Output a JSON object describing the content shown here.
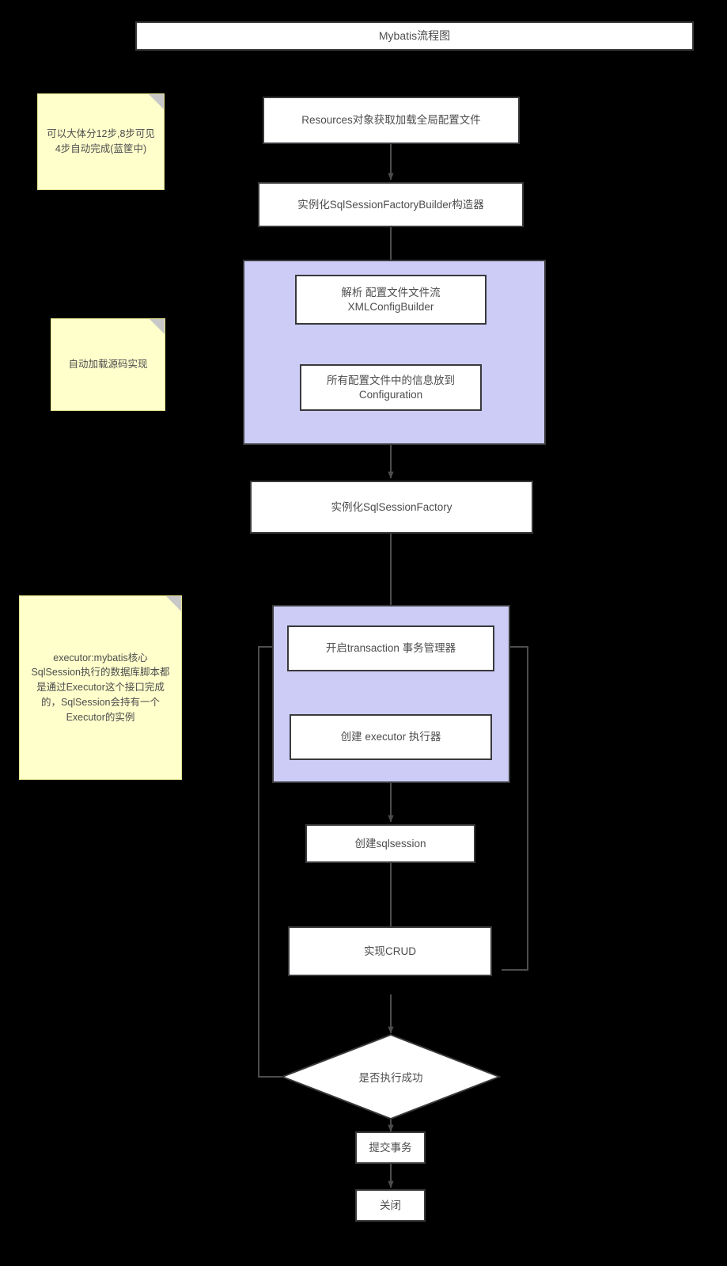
{
  "diagram": {
    "title": "Mybatis流程图",
    "colors": {
      "canvas_background": "#000000",
      "node_fill": "#ffffff",
      "node_stroke": "#39393c",
      "group_fill": "#ccccf7",
      "note_fill": "#ffffcc",
      "edge_stroke": "#4d4d4d",
      "text": "#4d4d4d"
    },
    "nodes": {
      "title_bar": "Mybatis流程图",
      "resources": "Resources对象获取加载全局配置文件",
      "builder": "实例化SqlSessionFactoryBuilder构造器",
      "parse_config": "解析 配置文件文件流\nXMLConfigBuilder",
      "configuration": "所有配置文件中的信息放到\nConfiguration",
      "factory": "实例化SqlSessionFactory",
      "transaction": "开启transaction 事务管理器",
      "executor": "创建 executor 执行器",
      "sqlsession": "创建sqlsession",
      "crud": "实现CRUD",
      "decision": "是否执行成功",
      "commit": "提交事务",
      "close": "关闭"
    },
    "notes": [
      {
        "id": "note-steps",
        "text": "可以大体分12步,8步可见\n4步自动完成(蓝筐中)"
      },
      {
        "id": "note-autoload",
        "text": "自动加载源码实现"
      },
      {
        "id": "note-executor",
        "text": "executor:mybatis核心\nSqlSession执行的数据库脚本都\n是通过Executor这个接口完成\n的，SqlSession会持有一个\nExecutor的实例"
      }
    ]
  }
}
